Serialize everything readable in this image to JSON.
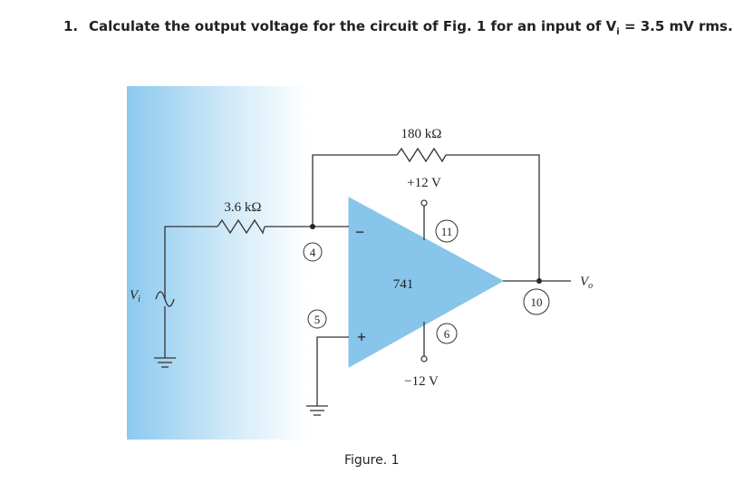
{
  "question": {
    "number": "1.",
    "text_before": "Calculate the output voltage for the circuit of Fig. 1 for an input of V",
    "subscript": "i",
    "text_after": " = 3.5 mV rms."
  },
  "circuit": {
    "feedback_resistor": "180 kΩ",
    "input_resistor": "3.6 kΩ",
    "positive_supply": "+12 V",
    "negative_supply": "−12 V",
    "opamp_model": "741",
    "inverting_sign": "−",
    "noninverting_sign": "+",
    "input_label_main": "V",
    "input_label_sub": "i",
    "output_label_main": "V",
    "output_label_sub": "o",
    "pins": {
      "inverting": "4",
      "noninverting": "5",
      "vplus": "11",
      "vminus": "6",
      "output": "10"
    }
  },
  "colors": {
    "opamp_fill": "#87c5ea",
    "background_gradient_start": "#8cc9ef"
  },
  "caption": "Figure. 1"
}
